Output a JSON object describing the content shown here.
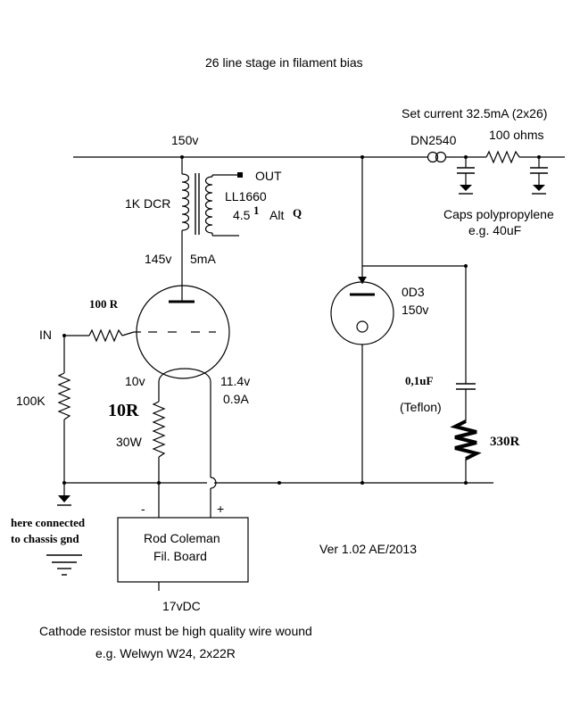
{
  "title": "26 line stage in filament bias",
  "labels": {
    "b_plus": "150v",
    "set_current": "Set current 32.5mA (2x26)",
    "ccs": "DN2540",
    "filter_res": "100 ohms",
    "caps": "Caps polypropylene",
    "caps_eg": "e.g. 40uF",
    "out": "OUT",
    "xfmr_dcr": "1K DCR",
    "xfmr_part": "LL1660",
    "xfmr_ratio": "4.5",
    "xfmr_ratio_sup": "1",
    "xfmr_alt": "Alt",
    "xfmr_alt_sup": "Q",
    "plate_v": "145v",
    "plate_i": "5mA",
    "grid_res": "100 R",
    "input": "IN",
    "grid_leak": "100K",
    "fil_neg_v": "10v",
    "fil_pos_v": "11.4v",
    "fil_current": "0.9A",
    "bias_res": "10R",
    "bias_res_power": "30W",
    "regulator_tube": "0D3",
    "regulator_v": "150v",
    "bypass_cap": "0,1uF",
    "bypass_cap_type": "(Teflon)",
    "snubber_res": "330R",
    "gnd_note_1": "here connected",
    "gnd_note_2": "to chassis gnd",
    "minus": "-",
    "plus": "+",
    "board_line_1": "Rod Coleman",
    "board_line_2": "Fil. Board",
    "supply": "17vDC",
    "version": "Ver 1.02  AE/2013",
    "note_1": "Cathode resistor must be high quality wire wound",
    "note_2": "e.g. Welwyn W24, 2x22R"
  }
}
